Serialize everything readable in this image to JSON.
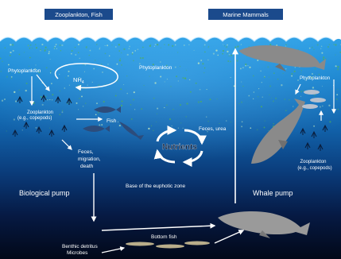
{
  "headers": {
    "left": "Zooplankton, Fish",
    "right": "Marine Mammals"
  },
  "labels": {
    "nh4": "NH",
    "nh4_sub": "4",
    "phytoplankton_left": "Phytoplankton",
    "phytoplankton_center": "Phytoplankton",
    "phytoplankton_right": "Phytoplankton",
    "zooplankton_left_1": "Zooplankton",
    "zooplankton_left_2": "(e.g., copepods)",
    "fish": "Fish",
    "feces_line1": "Feces,",
    "feces_line2": "migration,",
    "feces_line3": "death",
    "feces_urea": "Feces, urea",
    "nutrients": "Nutrients",
    "base_euphotic": "Base of the euphotic zone",
    "biological_pump": "Biological pump",
    "whale_pump": "Whale pump",
    "zooplankton_right_1": "Zooplankton",
    "zooplankton_right_2": "(e.g., copepods)",
    "bottom_fish": "Bottom fish",
    "benthic_1": "Benthic detritus",
    "benthic_2": "Microbes"
  },
  "colors": {
    "sky": "#ffffff",
    "surface_water": "#1f8ad4",
    "mid_water": "#0f4f98",
    "deep_water": "#030b24",
    "header_bg": "#1b4a8c",
    "phyto_green": "#4fae5a",
    "whale_gray": "#8a8a8a",
    "fish_blue": "#2c4c7c",
    "arrow_white": "#ffffff"
  }
}
